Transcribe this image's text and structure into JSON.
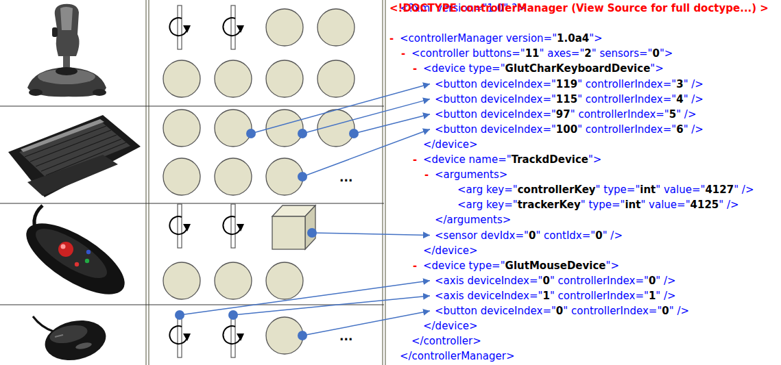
{
  "diagram": {
    "labels": [
      "...",
      "...",
      "<?xml version=\"1.0\" ?>",
      "<!DOCTYPE controllerManager (View Source for full doctype...) >",
      "-",
      "<controllerManager version=\"1.0a4\">",
      "-",
      "<controller buttons=\"11\" axes=\"2\" sensors=\"0\">",
      "-",
      "<device type=\"GlutCharKeyboardDevice\">",
      "<button deviceIndex=\"119\" controllerIndex=\"3\" />",
      "<button deviceIndex=\"115\" controllerIndex=\"4\" />",
      "<button deviceIndex=\"97\" controllerIndex=\"5\" />",
      "<button deviceIndex=\"100\" controllerIndex=\"6\" />",
      "</device>",
      "-",
      "<device name=\"TrackdDevice\">",
      "-",
      "<arguments>",
      "<arg key=\"controllerKey\" type=\"int\" value=\"4127\" />",
      "<arg key=\"trackerKey\" type=\"int\" value=\"4125\" />",
      "</arguments>",
      "<sensor devIdx=\"0\" contIdx=\"0\" />",
      "</device>",
      "-",
      "<device type=\"GlutMouseDevice\">",
      "<axis deviceIndex=\"0\" controllerIndex=\"0\" />",
      "<axis deviceIndex=\"1\" controllerIndex=\"1\" />",
      "<button deviceIndex=\"0\" controllerIndex=\"0\" />",
      "</device>",
      "</controller>",
      "</controllerManager>"
    ]
  }
}
